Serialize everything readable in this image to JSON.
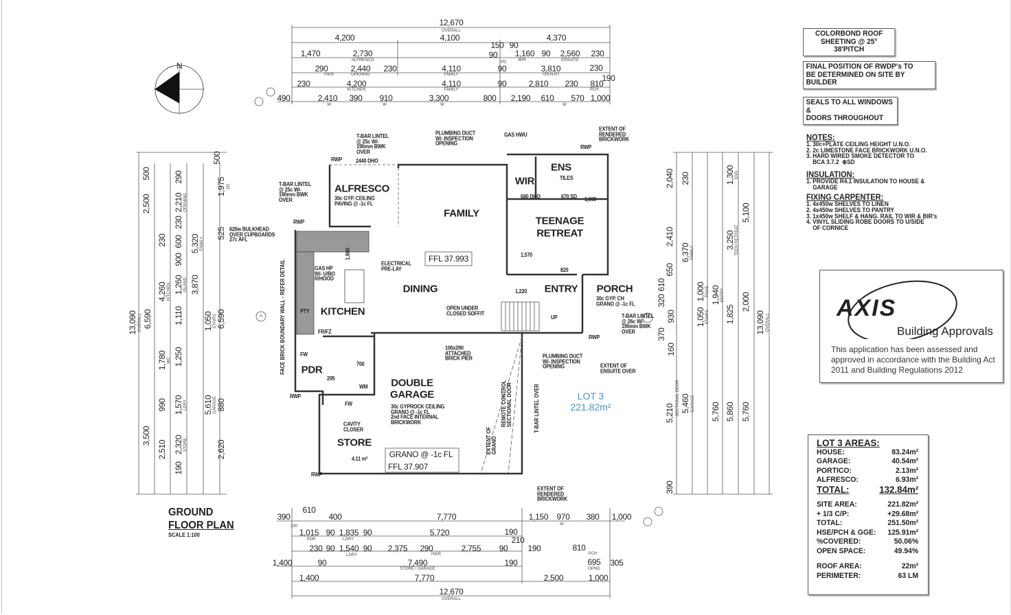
{
  "dims": {
    "top": [
      "12,670",
      "OVERALL",
      "4,200",
      "4,100",
      "4,370",
      "1,470",
      "2,730",
      "ALFRESCO",
      "150",
      "90",
      "90",
      "PD",
      "1,160",
      "WIR",
      "90",
      "2,560",
      "ENSUITE",
      "230",
      "290",
      "PIER",
      "2,440",
      "OPENING",
      "230",
      "4,110",
      "FAMILY",
      "90",
      "3,810",
      "TEEN.RT",
      "230",
      "190",
      "230",
      "4,200",
      "KITCHEN",
      "4,110",
      "FAMILY",
      "90",
      "2,810",
      "230",
      "810",
      "PCH",
      "490",
      "2,410",
      "W",
      "390",
      "910",
      "W",
      "3,300",
      "W",
      "800",
      "2,190",
      "610",
      "W",
      "570",
      "1,000"
    ],
    "bottom": [
      "390",
      "610",
      "400",
      "7,770",
      "1,150",
      "970",
      "W",
      "380",
      "1,000",
      "230",
      "1,015",
      "PDR",
      "90",
      "1,835",
      "LDRY",
      "90",
      "5,720",
      "190",
      "230",
      "90",
      "1,540",
      "LDRY",
      "90",
      "2,375",
      "290",
      "PIER",
      "2,755",
      "90",
      "190",
      "210",
      "810",
      "PCH",
      "1,400",
      "90",
      "7,490",
      "STORE / GARAGE",
      "190",
      "695",
      "OPNG",
      "305",
      "1,400",
      "7,770",
      "2,500",
      "1,000",
      "12,670",
      "OVERALL"
    ],
    "left": [
      "500",
      "2,500",
      "13,090",
      "OVERALL",
      "3,500",
      "6,590",
      "2,510",
      "4,260",
      "KITCHEN",
      "230",
      "600",
      "900",
      "1,260",
      "ISLAND",
      "1,110",
      "1,780",
      "WC",
      "1,250",
      "990",
      "1,570",
      "LDRY",
      "2,320",
      "STORE",
      "190",
      "290",
      "2,210",
      "OPENING",
      "230",
      "5,320",
      "FAMILY",
      "3,870",
      "1,050",
      "STAIRS",
      "5,610",
      "GARAGE",
      "500",
      "1,975",
      "SD",
      "525",
      "6,590",
      "880",
      "2,620"
    ],
    "right": [
      "2,040",
      "2,410",
      "650",
      "610",
      "320",
      "930",
      "370",
      "160",
      "5,210",
      "SECTIONAL DOOR",
      "390",
      "230",
      "6,370",
      "FAMILY",
      "1,000",
      "PSGE",
      "1,050",
      "STAIRS",
      "5,460",
      "GARAGE",
      "5,760",
      "1,300",
      "ENS",
      "3,250",
      "TEEN RETREAT",
      "1,940",
      "ENTRY",
      "1,825",
      "5,860",
      "5,100",
      "2,000",
      "5,760",
      "13,090",
      "OVERALL"
    ]
  },
  "rooms": {
    "alfresco": "ALFRESCO",
    "family": "FAMILY",
    "wir": "WIR",
    "ens": "ENS",
    "teen": "TEENAGE\nRETREAT",
    "teen1": "TEENAGE",
    "teen2": "RETREAT",
    "dining": "DINING",
    "kitchen": "KITCHEN",
    "entry": "ENTRY",
    "porch": "PORCH",
    "pdr": "PDR",
    "garage1": "DOUBLE",
    "garage2": "GARAGE",
    "store": "STORE",
    "lot": "LOT 3",
    "lot_area": "221.82m²"
  },
  "annotations": {
    "alfresco_note": "30c GYP. CEILING\nPAVING @ -1c FL",
    "ffl1": "FFL 37.993",
    "ffl2": "FFL 37.907",
    "grano": "GRANO @ -1c FL",
    "tbar1": "T-BAR LINTEL\n@ 25c W/-\n190mm BWK\nOVER",
    "plumb1": "PLUMBING DUCT\nW/- INSPECTION\nOPENING",
    "gashwu": "GAS HWU",
    "extent1": "EXTENT OF\nRENDERED\nBRICKWORK",
    "tbar2": "T-BAR LINTEL\n@ 25c W/-\n190mm BWK\nOVER",
    "bulkhead": "620w BULKHEAD\nOVER CUPBOARDS\n27c AFL",
    "elec": "ELECTRICAL\nPRE-LAY",
    "soffit": "OPEN UNDER\nCLOSED SOFFIT",
    "pier": "100x290\nATTACHED\nBRICK PIER",
    "plumb2": "PLUMBING DUCT\nW/- INSPECTION\nOPENING",
    "extent_ens": "EXTENT OF\nENSUITE OVER",
    "porch_note": "30c GYP. CH\nGRANO @ -1c FL",
    "tbar3": "T-BAR LINTEL\n@ 26c W/-\n190mm BWK\nOVER",
    "garage_note": "30c GYPROCK CEILING\nGRANO @ -1c FL\n2nd FACE INTERNAL\nBRICKWORK",
    "cavity": "CAVITY\nCLOSER",
    "store_area": "4.11 m²",
    "extent_grano": "EXTENT OF\nGRANO",
    "remote": "REMOTE CONTROL\nSECTIONAL DOOR",
    "tbar_over": "T-BAR LINTEL OVER",
    "extent2": "EXTENT OF\nRENDERED\nBRICKWORK",
    "boundary": "FACE BRICK BOUNDARY WALL - REFER DETAIL",
    "up": "UP",
    "tiles": "TILES",
    "rwp": "RWP",
    "fw": "FW",
    "wm": "WM",
    "pty": "PTY",
    "frfz": "FR/FZ",
    "dho": "2440 DHO",
    "dho2": "680 DHO",
    "sd": "670 SD",
    "d1060": "1,060",
    "d1570": "1,570",
    "d1220": "1,220",
    "d1800": "1,800",
    "d820": "820",
    "d700": "700",
    "d295": "295",
    "gas": "GAS HP\nW/- U/BO\nR/HOOD",
    "section_a": "A",
    "north": "N"
  },
  "boxes": {
    "roof": "COLORBOND ROOF\nSHEETING @ 25° 38'PITCH",
    "rwdp": "FINAL POSITION OF RWDP's TO\nBE DETERMINED ON SITE BY BUILDER",
    "seals": "SEALS TO ALL WINDOWS &\nDOORS THROUGHOUT"
  },
  "notes": {
    "title": "NOTES:",
    "items": [
      "1. 30c+PLATE CEILING HEIGHT U.N.O.",
      "2. 2c LIMESTONE FACE BRICKWORK U.N.O.",
      "3. HARD WIRED SMOKE DETECTOR TO",
      "    BCA 3.7.2  ⊕SD"
    ],
    "insulation_title": "INSULATION:",
    "insulation": [
      "1. PROVIDE R4.1 INSULATION TO HOUSE &",
      "    GARAGE"
    ],
    "fixing_title": "FIXING CARPENTER:",
    "fixing": [
      "1. 4x450w SHELVES TO LINEN",
      "2. 4x450w SHELVES TO PANTRY",
      "3. 1x450w SHELF & HANG. RAIL TO WIR & BIR's",
      "4. VINYL SLIDING ROBE DOORS TO U/SIDE",
      "    OF CORNICE"
    ]
  },
  "axis": {
    "logo": "AXIS",
    "tag": "Building Approvals",
    "text": "This application has been assessed and approved in accordance with the Building Act 2011 and Building Regulations 2012"
  },
  "areas": {
    "title": "LOT 3 AREAS:",
    "rows": [
      [
        "HOUSE:",
        "83.24m²"
      ],
      [
        "GARAGE:",
        "40.54m²"
      ],
      [
        "PORTICO:",
        "2.13m²"
      ],
      [
        "ALFRESCO:",
        "6.93m²"
      ]
    ],
    "total": [
      "TOTAL:",
      "132.84m²"
    ],
    "site": [
      [
        "SITE AREA:",
        "221.82m²"
      ],
      [
        "+ 1/3 C/P:",
        "+29.68m²"
      ],
      [
        "TOTAL:",
        "251.50m²"
      ],
      [
        "HSE/PCH & GGE:",
        "125.91m²"
      ],
      [
        "%COVERED:",
        "50.06%"
      ],
      [
        "OPEN SPACE:",
        "49.94%"
      ]
    ],
    "roof": [
      [
        "ROOF AREA:",
        "22m²"
      ],
      [
        "PERIMETER:",
        "63 LM"
      ]
    ]
  },
  "title": {
    "line1": "GROUND",
    "line2": "FLOOR PLAN",
    "scale": "SCALE 1:100"
  },
  "colors": {
    "lot": "#4a8fc7",
    "wall": "#333333",
    "fill": "#999999"
  }
}
